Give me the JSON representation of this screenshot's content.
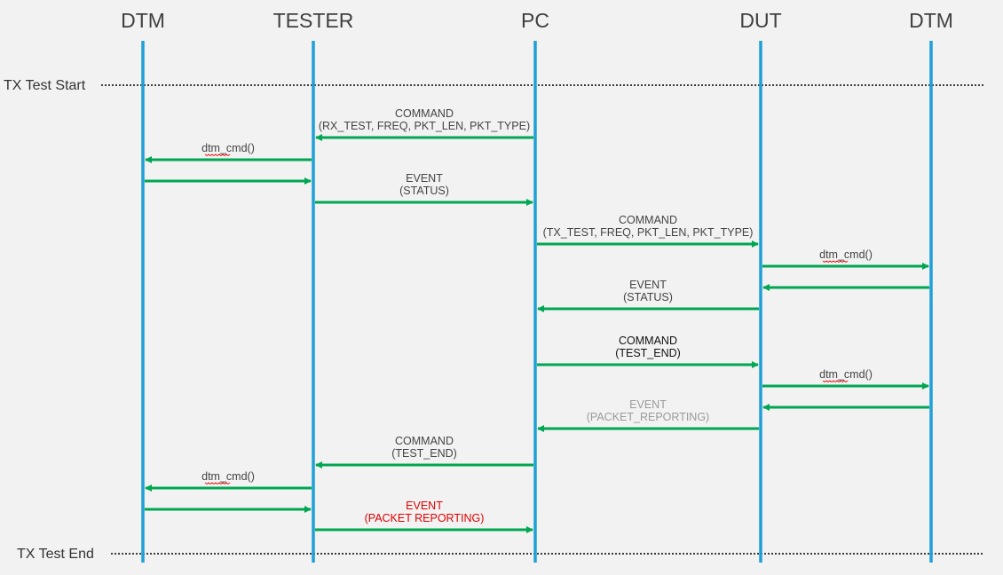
{
  "lifelines": [
    {
      "id": "dtm-left",
      "label": "DTM"
    },
    {
      "id": "tester",
      "label": "TESTER"
    },
    {
      "id": "pc",
      "label": "PC"
    },
    {
      "id": "dut",
      "label": "DUT"
    },
    {
      "id": "dtm-right",
      "label": "DTM"
    }
  ],
  "phases": {
    "start": "TX Test Start",
    "end": "TX Test End"
  },
  "colors": {
    "lifeline": "#1ea0d8",
    "arrow": "#00a651",
    "divider": "#000000",
    "label": "#444444",
    "label_gray": "#9a9a9a",
    "label_red": "#e00000"
  },
  "messages": [
    {
      "from": "pc",
      "to": "tester",
      "lines": [
        "COMMAND",
        "(RX_TEST, FREQ, PKT_LEN, PKT_TYPE)"
      ],
      "style": "normal"
    },
    {
      "from": "tester",
      "to": "dtm-left",
      "lines": [
        "dtm_cmd()"
      ],
      "style": "normal"
    },
    {
      "from": "dtm-left",
      "to": "tester",
      "lines": [],
      "style": "normal"
    },
    {
      "from": "tester",
      "to": "pc",
      "lines": [
        "EVENT",
        "(STATUS)"
      ],
      "style": "normal"
    },
    {
      "from": "pc",
      "to": "dut",
      "lines": [
        "COMMAND",
        "(TX_TEST, FREQ, PKT_LEN, PKT_TYPE)"
      ],
      "style": "normal"
    },
    {
      "from": "dut",
      "to": "dtm-right",
      "lines": [
        "dtm_cmd()"
      ],
      "style": "normal"
    },
    {
      "from": "dtm-right",
      "to": "dut",
      "lines": [],
      "style": "normal"
    },
    {
      "from": "dut",
      "to": "pc",
      "lines": [
        "EVENT",
        "(STATUS)"
      ],
      "style": "normal"
    },
    {
      "from": "pc",
      "to": "dut",
      "lines": [
        "COMMAND",
        "(TEST_END)"
      ],
      "style": "dark"
    },
    {
      "from": "dut",
      "to": "dtm-right",
      "lines": [
        "dtm_cmd()"
      ],
      "style": "normal"
    },
    {
      "from": "dtm-right",
      "to": "dut",
      "lines": [],
      "style": "normal"
    },
    {
      "from": "dut",
      "to": "pc",
      "lines": [
        "EVENT",
        "(PACKET_REPORTING)"
      ],
      "style": "gray"
    },
    {
      "from": "pc",
      "to": "tester",
      "lines": [
        "COMMAND",
        "(TEST_END)"
      ],
      "style": "normal"
    },
    {
      "from": "tester",
      "to": "dtm-left",
      "lines": [
        "dtm_cmd()"
      ],
      "style": "normal"
    },
    {
      "from": "dtm-left",
      "to": "tester",
      "lines": [],
      "style": "normal"
    },
    {
      "from": "tester",
      "to": "pc",
      "lines": [
        "EVENT",
        "(PACKET REPORTING)"
      ],
      "style": "red"
    }
  ]
}
